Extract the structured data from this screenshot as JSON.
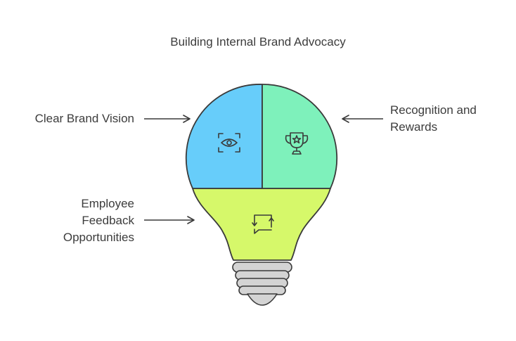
{
  "title": "Building Internal Brand Advocacy",
  "segments": {
    "vision": {
      "label_lines": [
        "Clear Brand Vision"
      ],
      "icon": "eye-icon",
      "color": "#67cdfa"
    },
    "recognition": {
      "label_lines": [
        "Recognition and",
        "Rewards"
      ],
      "icon": "trophy-icon",
      "color": "#7ef1bb"
    },
    "feedback": {
      "label_lines": [
        "Employee",
        "Feedback",
        "Opportunities"
      ],
      "icon": "chat-refresh-icon",
      "color": "#d6f86a"
    }
  },
  "colors": {
    "outline": "#3a3a3a",
    "base": "#d4d4d4",
    "text": "#3c3c3c"
  }
}
